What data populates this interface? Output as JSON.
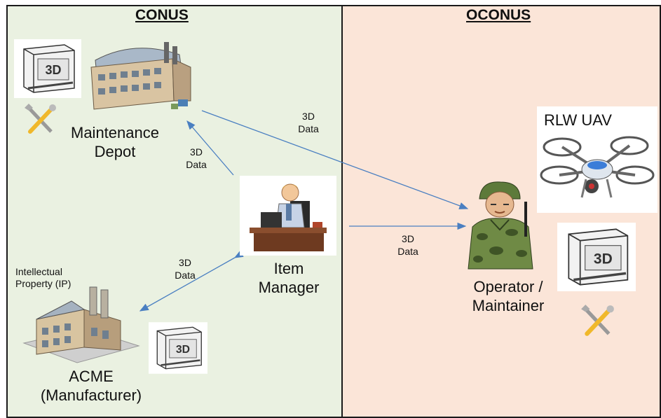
{
  "conus": {
    "heading": "CONUS"
  },
  "oconus": {
    "heading": "OCONUS"
  },
  "nodes": {
    "maintenance_depot": {
      "line1": "Maintenance",
      "line2": "Depot"
    },
    "item_manager": {
      "line1": "Item",
      "line2": "Manager"
    },
    "acme": {
      "line1": "ACME",
      "line2": "(Manufacturer)"
    },
    "ip": {
      "line1": "Intellectual",
      "line2": "Property (IP)"
    },
    "operator": {
      "line1": "Operator /",
      "line2": "Maintainer"
    },
    "uav": {
      "label": "RLW UAV"
    }
  },
  "flows": {
    "depot_to_operator": {
      "line1": "3D",
      "line2": "Data"
    },
    "manager_to_depot": {
      "line1": "3D",
      "line2": "Data"
    },
    "manager_to_acme": {
      "line1": "3D",
      "line2": "Data"
    },
    "manager_to_operator": {
      "line1": "3D",
      "line2": "Data"
    }
  },
  "printer_label": "3D",
  "icons": [
    "3d-printer-icon",
    "tools-icon",
    "warehouse-icon",
    "factory-icon",
    "office-worker-icon",
    "soldier-icon",
    "quadcopter-icon"
  ],
  "colors": {
    "conus_bg": "#eaf1e1",
    "oconus_bg": "#fbe5d8",
    "arrow": "#4a7fc1"
  }
}
